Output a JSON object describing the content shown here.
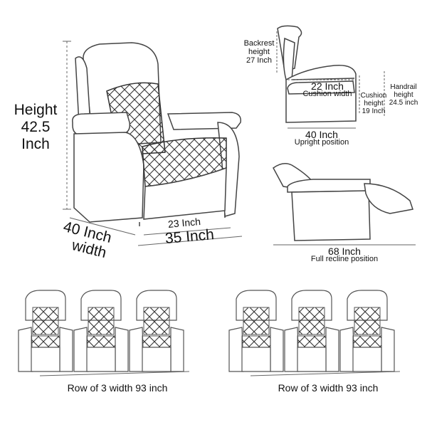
{
  "main_chair": {
    "height_label": "Height",
    "height_value": "42.5",
    "height_unit": "Inch",
    "depth_line1": "40 Inch",
    "depth_line2": "width",
    "seat_width": "23 Inch",
    "overall_width": "35 Inch"
  },
  "upright_view": {
    "backrest_line1": "Backrest",
    "backrest_line2": "height",
    "backrest_line3": "27 Inch",
    "cushion_width_value": "22 Inch",
    "cushion_width_label": "Cushion width",
    "cushion_height_line1": "Cushion",
    "cushion_height_line2": "height",
    "cushion_height_line3": "19 Inch",
    "handrail_line1": "Handrail",
    "handrail_line2": "height",
    "handrail_line3": "24.5 inch",
    "depth_value": "40 Inch",
    "depth_caption": "Upright position"
  },
  "recline_view": {
    "length_value": "68 Inch",
    "length_caption": "Full recline position"
  },
  "rows": [
    {
      "caption": "Row of 3 width 93 inch"
    },
    {
      "caption": "Row of 3 width 93 inch"
    }
  ],
  "colors": {
    "line": "#444444",
    "text": "#111111"
  }
}
